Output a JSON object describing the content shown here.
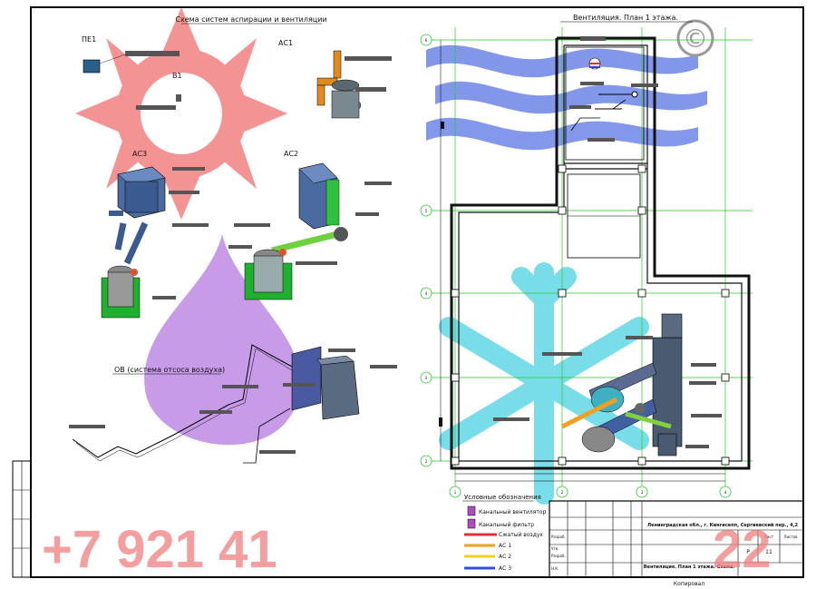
{
  "left_title": "Схема систем аспирации и вентиляции",
  "system_labels": {
    "pe1": "ПЕ1",
    "v1": "В1",
    "as1": "АС1",
    "as3": "АС3",
    "as2": "АС2",
    "ov": "ОВ (система отсоса воздуха)"
  },
  "right_title": "Вентиляция. План 1 этажа.",
  "copyright_symbol": "©",
  "legend": {
    "title": "Условные обозначения",
    "items": [
      {
        "label": "Канальный вентилятор",
        "color": "#b04ac0"
      },
      {
        "label": "Канальный фильтр",
        "color": "#b04ac0"
      },
      {
        "label": "Сжатый воздух",
        "color": "#e0303a"
      },
      {
        "label": "АС 1",
        "color": "#f0a020"
      },
      {
        "label": "АС 2",
        "color": "#f0d020"
      },
      {
        "label": "АС 3",
        "color": "#3050e0"
      }
    ]
  },
  "axes": {
    "rows": [
      "6",
      "5",
      "4",
      "3",
      "2"
    ],
    "cols": [
      "1",
      "2",
      "3",
      "4"
    ]
  },
  "title_block": {
    "address": "Ленинградская обл., г. Кингисепп, Сергиевский пер., 4,2",
    "sheet_label": "Лист",
    "sheets_label": "Листов",
    "stage": "Р",
    "sheet_no": "11",
    "plan_name": "Вентиляция. План 1 этажа. Схема.",
    "footer": "Копировал",
    "roles": [
      "Разраб.",
      "Утв.",
      "Разраб.",
      "Н.К."
    ]
  },
  "watermark_phone": "+7 921 41",
  "watermark_phone_tail": "22",
  "colors": {
    "grid": "#22cc22",
    "wall": "#111111",
    "sun": "#f07070",
    "drop": "#b070e0",
    "wave": "#4060e0",
    "snow": "#40d0e0"
  }
}
